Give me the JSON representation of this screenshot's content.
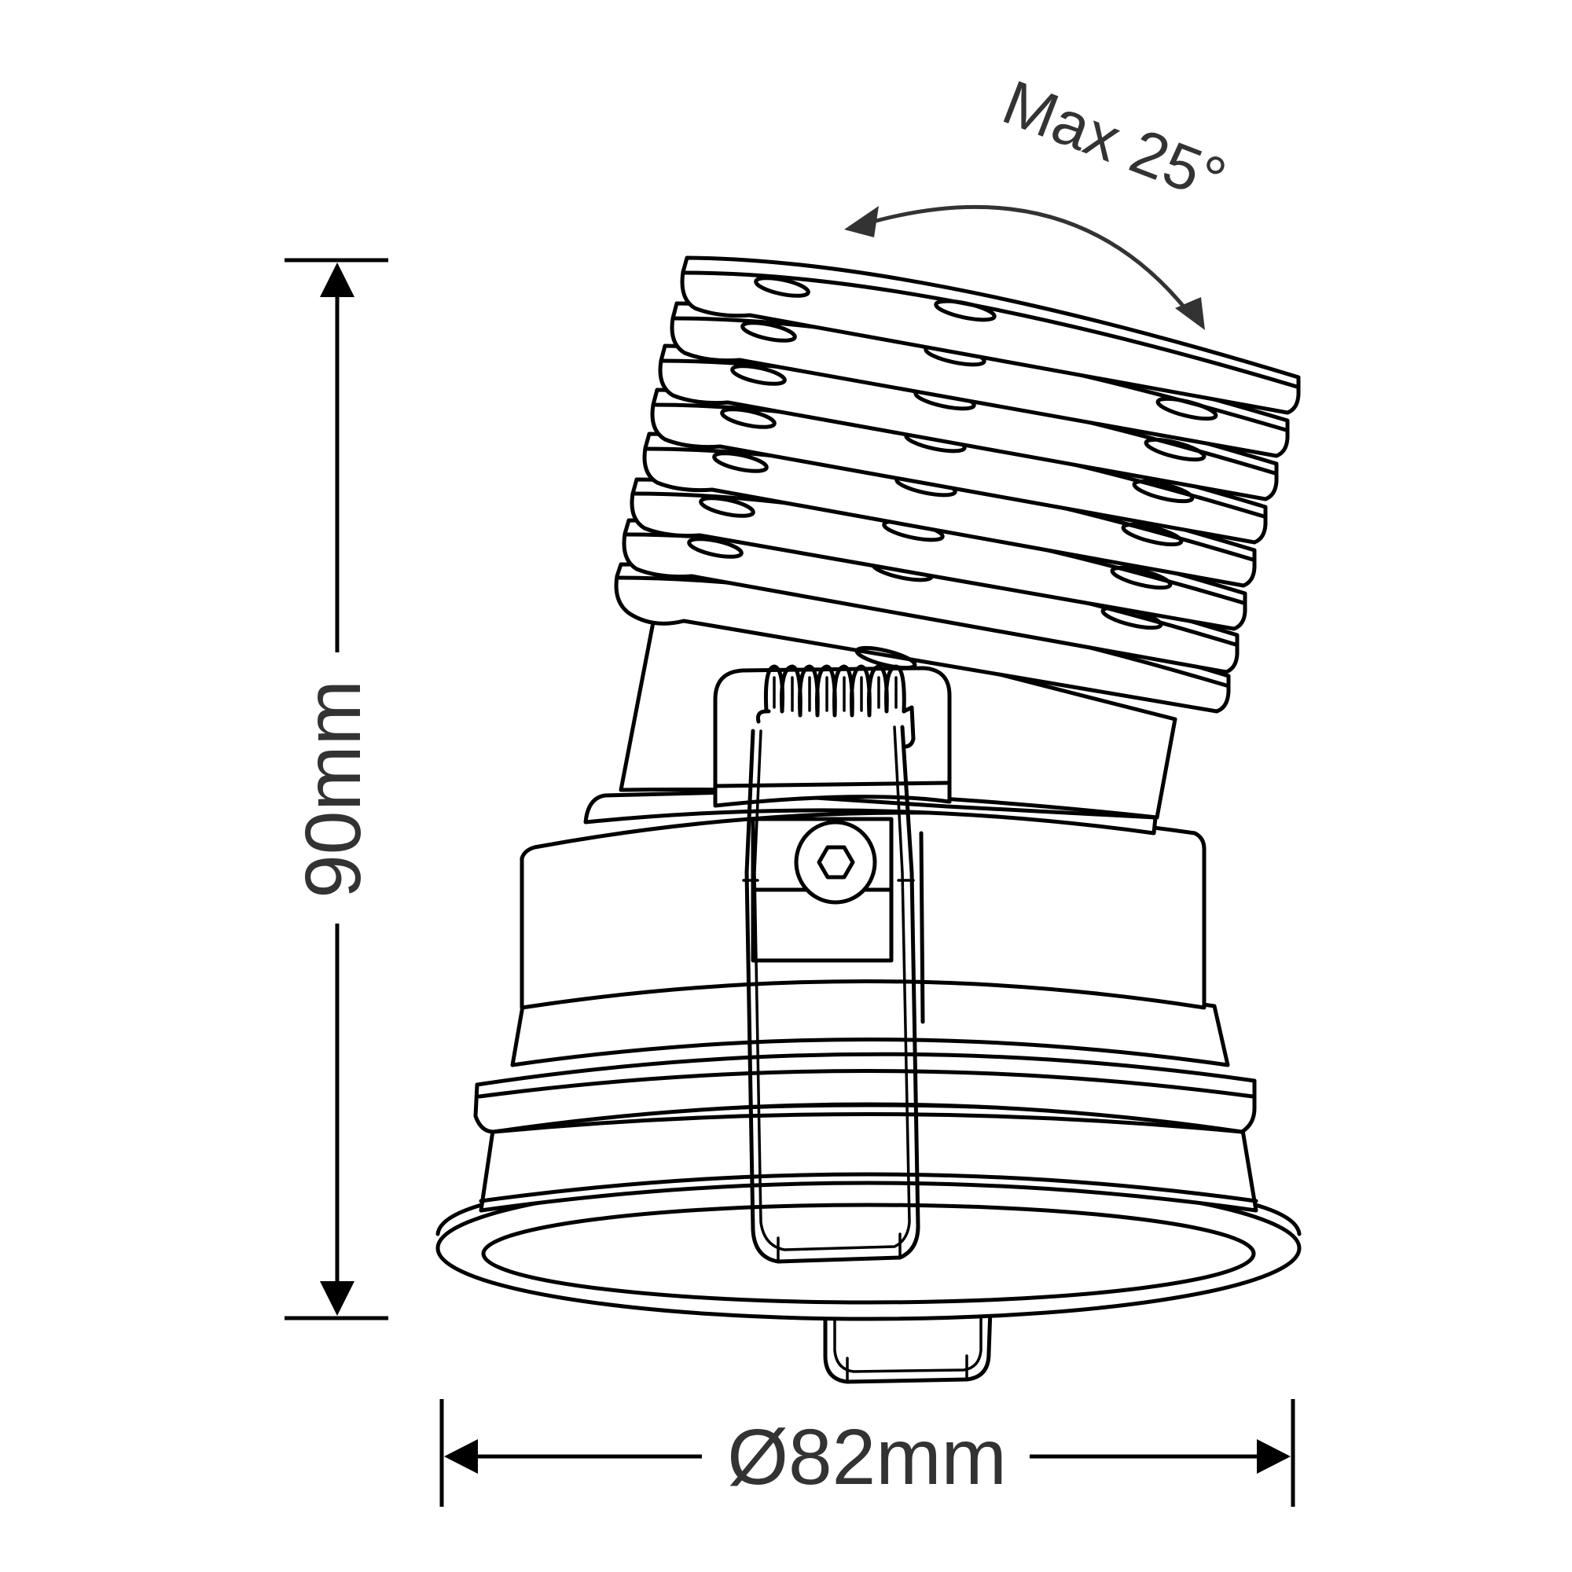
{
  "diagram": {
    "subject": "Adjustable recessed downlight with heat-sink fins and spring clips",
    "colors": {
      "line": "#000000",
      "text": "#333333",
      "background": "#ffffff"
    },
    "annotations": {
      "tilt_label": "Max 25°",
      "height_label": "90mm",
      "diameter_label": "Ø82mm"
    },
    "dimensions": {
      "height": {
        "value": 90,
        "unit": "mm",
        "orientation": "vertical"
      },
      "diameter": {
        "value": 82,
        "unit": "mm",
        "orientation": "horizontal"
      },
      "max_tilt": {
        "value": 25,
        "unit": "°"
      }
    },
    "components": [
      {
        "name": "heat-sink-fins",
        "count": 8
      },
      {
        "name": "tilted-neck"
      },
      {
        "name": "spring-bracket"
      },
      {
        "name": "torsion-spring"
      },
      {
        "name": "hex-adjustment-screw"
      },
      {
        "name": "main-housing"
      },
      {
        "name": "collar-ring"
      },
      {
        "name": "trim-cone"
      },
      {
        "name": "bottom-flange"
      },
      {
        "name": "spring-clip"
      },
      {
        "name": "bottom-tab"
      }
    ]
  }
}
